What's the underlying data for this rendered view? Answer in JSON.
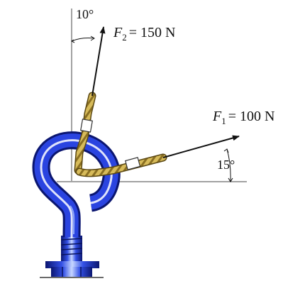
{
  "forces": {
    "f1": {
      "symbol": "F",
      "subscript": "1",
      "equals": "= 100 N"
    },
    "f2": {
      "symbol": "F",
      "subscript": "2",
      "equals": "= 150 N"
    }
  },
  "angles": {
    "f2_from_vertical": "10°",
    "f1_from_horizontal": "15°"
  },
  "colors": {
    "hook_blue": "#1b2fb6",
    "hook_highlight": "#8fb3ff",
    "rope": "#c8a84a",
    "rope_dark": "#7a6420",
    "line": "#111111"
  }
}
